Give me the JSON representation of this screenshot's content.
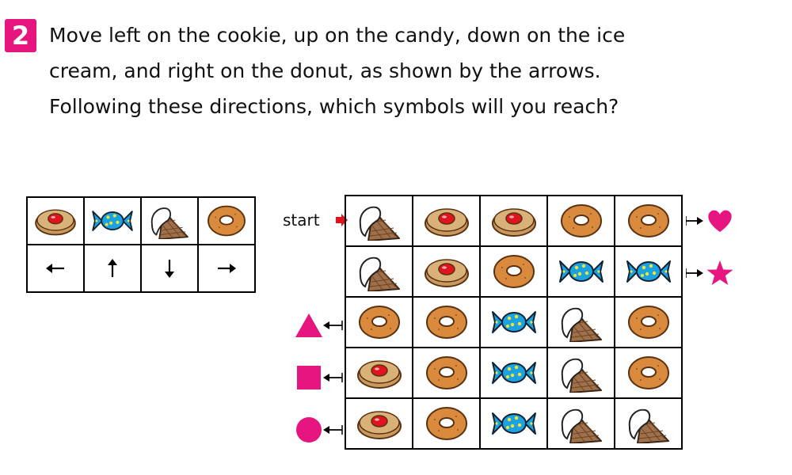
{
  "question": {
    "number": "2",
    "lines": [
      "Move left on the cookie, up on the candy, down on the ice",
      "cream, and right on the donut, as shown by the arrows.",
      "Following these directions, which symbols will you reach?"
    ]
  },
  "legend": [
    {
      "item": "cookie",
      "direction": "left",
      "arrow": "←"
    },
    {
      "item": "candy",
      "direction": "up",
      "arrow": "↑"
    },
    {
      "item": "ice-cream",
      "direction": "down",
      "arrow": "↓"
    },
    {
      "item": "donut",
      "direction": "right",
      "arrow": "→"
    }
  ],
  "start_label": "start",
  "grid": [
    [
      "ice-cream",
      "cookie",
      "cookie",
      "donut",
      "donut"
    ],
    [
      "ice-cream",
      "cookie",
      "donut",
      "candy",
      "candy"
    ],
    [
      "donut",
      "donut",
      "candy",
      "ice-cream",
      "donut"
    ],
    [
      "cookie",
      "donut",
      "candy",
      "ice-cream",
      "donut"
    ],
    [
      "cookie",
      "donut",
      "candy",
      "ice-cream",
      "ice-cream"
    ]
  ],
  "goals": [
    {
      "shape": "heart",
      "side": "right",
      "row": 0
    },
    {
      "shape": "star",
      "side": "right",
      "row": 1
    },
    {
      "shape": "triangle",
      "side": "left",
      "row": 2
    },
    {
      "shape": "square",
      "side": "left",
      "row": 3
    },
    {
      "shape": "circle",
      "side": "left",
      "row": 4
    }
  ],
  "colors": {
    "accent": "#e6157f",
    "donut": "#d98a3c",
    "cookie_base": "#d9b27a",
    "cookie_jam": "#e0141e",
    "candy": "#1aa3e0",
    "candy_dots": "#f2e33a",
    "cone": "#a0704a"
  }
}
